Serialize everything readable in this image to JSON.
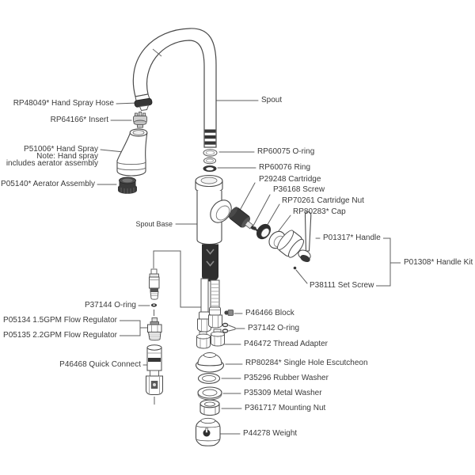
{
  "colors": {
    "background": "#ffffff",
    "outline": "#4a4a4a",
    "dark_part": "#363636",
    "text": "#3a3a3a"
  },
  "labels": {
    "hand_spray_hose": "RP48049* Hand Spray Hose",
    "insert": "RP64166* Insert",
    "hand_spray": "P51006* Hand Spray",
    "hand_spray_note1": "Note: Hand spray",
    "hand_spray_note2": "includes aerator assembly",
    "aerator_assembly": "P05140* Aerator Assembly",
    "spout": "Spout",
    "spout_base": "Spout Base",
    "oring_60075": "RP60075 O-ring",
    "ring_60076": "RP60076 Ring",
    "cartridge": "P29248 Cartridge",
    "screw": "P36168 Screw",
    "cartridge_nut": "RP70261 Cartridge Nut",
    "cap": "RP80283* Cap",
    "handle": "P01317* Handle",
    "handle_kit": "P01308* Handle Kit",
    "set_screw": "P38111 Set Screw",
    "oring_37144": "P37144 O-ring",
    "flow_regulator_15": "P05134 1.5GPM Flow Regulator",
    "flow_regulator_22": "P05135 2.2GPM Flow Regulator",
    "quick_connect": "P46468 Quick Connect",
    "block": "P46466 Block",
    "oring_37142": "P37142 O-ring",
    "thread_adapter": "P46472 Thread Adapter",
    "escutcheon": "RP80284* Single Hole Escutcheon",
    "rubber_washer": "P35296 Rubber Washer",
    "metal_washer": "P35309 Metal Washer",
    "mounting_nut": "P361717 Mounting Nut",
    "weight": "P44278 Weight"
  }
}
